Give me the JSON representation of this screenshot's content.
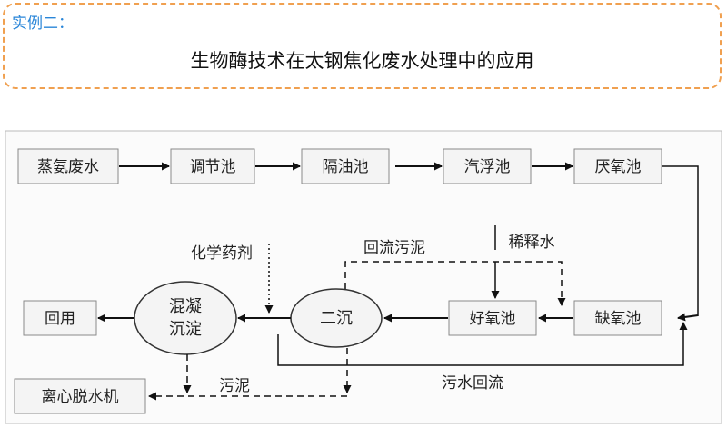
{
  "header": {
    "tag": "实例二：",
    "title": "生物酶技术在太钢焦化废水处理中的应用"
  },
  "nodes": {
    "coking_wastewater": "蒸氨废水",
    "regulating_tank": "调节池",
    "oil_separator": "隔油池",
    "air_flotation": "汽浮池",
    "anaerobic_tank": "厌氧池",
    "anoxic_tank": "缺氧池",
    "aerobic_tank": "好氧池",
    "secondary_clarifier": "二沉",
    "coag_line1": "混凝",
    "coag_line2": "沉淀",
    "reuse": "回用",
    "centrifuge": "离心脱水机"
  },
  "labels": {
    "chemicals": "化学药剂",
    "sludge_return": "回流污泥",
    "dilution_water": "稀释水",
    "sludge": "污泥",
    "wastewater_return": "污水回流"
  },
  "colors": {
    "callout_border": "#f0a050",
    "tag_blue": "#2a86d8",
    "box_fill": "#f4f4f4",
    "box_stroke": "#8a8a8a"
  }
}
